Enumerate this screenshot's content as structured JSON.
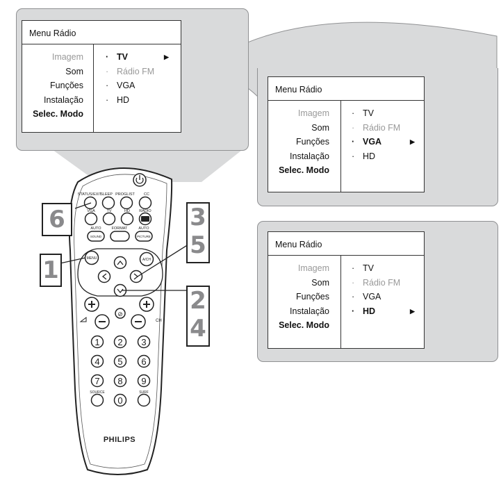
{
  "menu_title": "Menu Rádio",
  "left_items": [
    "Imagem",
    "Som",
    "Funções",
    "Instalação",
    "Selec. Modo"
  ],
  "right_items": [
    "TV",
    "Rádio FM",
    "VGA",
    "HD"
  ],
  "screens": [
    {
      "selected_option": "TV"
    },
    {
      "selected_option": "VGA"
    },
    {
      "selected_option": "HD"
    }
  ],
  "remote": {
    "brand": "PHILIPS",
    "button_labels": {
      "status_exit": "STATUS/EXIT",
      "sleep": "SLEEP",
      "proglist": "PROGLIST",
      "cc": "CC",
      "vga": "VGA",
      "tv": "TV",
      "hd": "HD",
      "radio": "RADIO",
      "auto_sound_top": "AUTO",
      "auto_sound": "SOUND",
      "format": "FORMAT",
      "auto_picture_top": "AUTO",
      "auto_picture": "PICTURE",
      "menu": "MENU",
      "ach": "A/CH",
      "ch": "CH",
      "source": "SOURCE",
      "surf": "SURF"
    },
    "digits": [
      "1",
      "2",
      "3",
      "4",
      "5",
      "6",
      "7",
      "8",
      "9",
      "0"
    ]
  },
  "step_labels": {
    "step_6": "6",
    "step_1": "1",
    "step_3_top": "3",
    "step_3_bottom": "5",
    "step_2_top": "2",
    "step_2_bottom": "4"
  }
}
